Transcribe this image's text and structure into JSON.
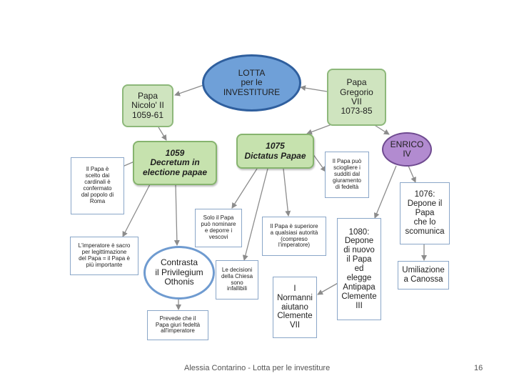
{
  "slide": {
    "footer_text": "Alessia Contarino - Lotta per le investiture",
    "page_number": "16"
  },
  "nodes": {
    "lotta": "LOTTA\nper le\nINVESTITURE",
    "nicolo": "Papa\nNicolo' II\n1059-61",
    "gregorio": "Papa\nGregorio\nVII\n1073-85",
    "decretum": "1059\nDecretum in\nelectione papae",
    "dictatus": "1075\nDictatus Papae",
    "enrico": "ENRICO\nIV",
    "eletto": "Il Papa è\nscelto dai\ncardinali è\nconfermato\ndal popolo di\nRoma",
    "sciogliere": "Il Papa può\nsciogliere i\nsudditi dal\ngiuramento\ndi fedeltà",
    "depone_papa": "1076:\nDepone il\nPapa\nche lo\nscomunica",
    "solo_papa": "Solo il Papa\npuò nominare\ne deporre i\nvescovi",
    "superiore": "Il Papa è superiore\na qualsiasi autorità\n(compreso\nl'imperatore)",
    "depone_nuovo": "1080:\nDepone\ndi nuovo\nil Papa\ned\nelegge\nAntipapa\nClemente\nIII",
    "imperatore_sacro": "L'imperatore è sacro\nper legittimazione\ndel Papa = il Papa è\npiù importante",
    "contrasta": "Contrasta\nil Privilegium\nOthonis",
    "decisioni": "Le decisioni\ndella Chiesa\nsono\ninfallibili",
    "canossa": "Umiliazione\na Canossa",
    "normanni": "I\nNormanni\naiutano\nClemente\nVII",
    "prevede": "Prevede che il\nPapa giuri fedeltà\nall'imperatore"
  },
  "colors": {
    "arrow": "#8c8c8c",
    "central_fill": "#6fa0d8",
    "enrico_fill": "#b28bd0",
    "green_fill": "#cfe4bf"
  }
}
